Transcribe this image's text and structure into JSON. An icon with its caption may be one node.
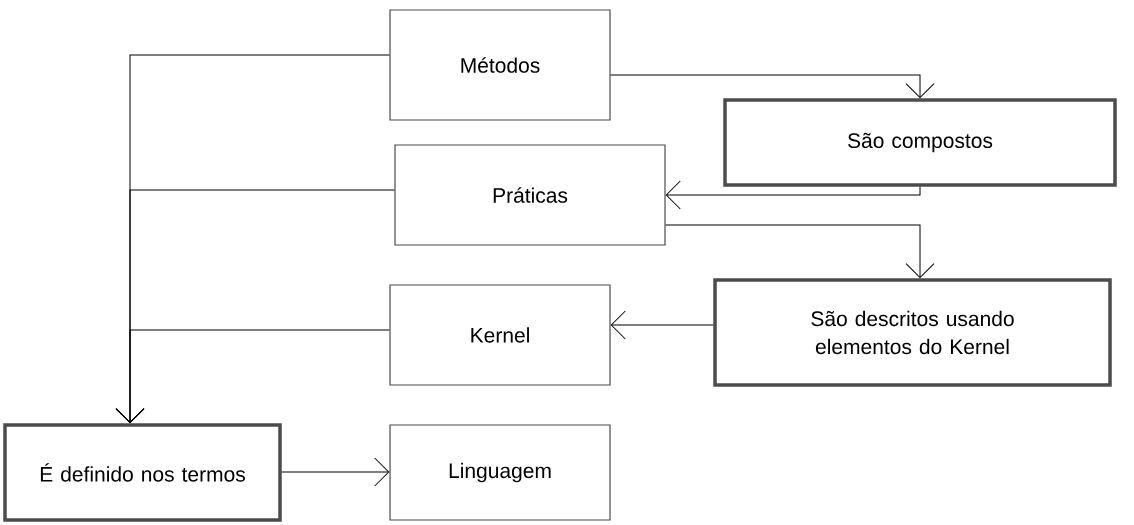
{
  "diagram": {
    "nodes": [
      {
        "text": [
          "Métodos"
        ]
      },
      {
        "text": [
          "São compostos"
        ]
      },
      {
        "text": [
          "Práticas"
        ]
      },
      {
        "text": [
          "São descritos usando elementos do Kernel"
        ]
      },
      {
        "text": [
          "Kernel"
        ]
      },
      {
        "text": [
          "É definido nos termos"
        ]
      },
      {
        "text": [
          "Linguagem"
        ]
      }
    ],
    "edges": [
      {
        "from": 0,
        "to": 1,
        "arrow": "to"
      },
      {
        "from": 1,
        "to": 2,
        "arrow": "to"
      },
      {
        "from": 2,
        "to": 3,
        "arrow": "to"
      },
      {
        "from": 3,
        "to": 4,
        "arrow": "to"
      },
      {
        "from": 0,
        "to": 5,
        "arrow": "to"
      },
      {
        "from": 2,
        "to": 5,
        "arrow": "to"
      },
      {
        "from": 4,
        "to": 5,
        "arrow": "to"
      },
      {
        "from": 5,
        "to": 6,
        "arrow": "to"
      }
    ]
  }
}
